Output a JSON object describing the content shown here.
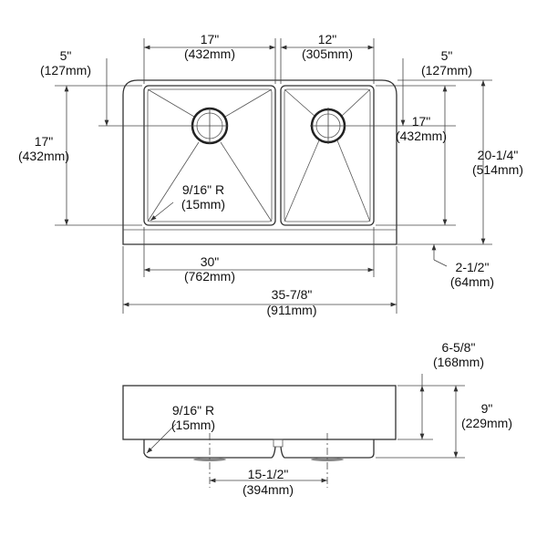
{
  "top_view": {
    "bowl_left_width": {
      "in": "17\"",
      "mm": "(432mm)"
    },
    "bowl_right_width": {
      "in": "12\"",
      "mm": "(305mm)"
    },
    "drain_offset_left": {
      "in": "5\"",
      "mm": "(127mm)"
    },
    "drain_offset_right": {
      "in": "5\"",
      "mm": "(127mm)"
    },
    "bowl_left_depth": {
      "in": "17\"",
      "mm": "(432mm)"
    },
    "bowl_right_depth": {
      "in": "17\"",
      "mm": "(432mm)"
    },
    "overall_depth": {
      "in": "20-1/4\"",
      "mm": "(514mm)"
    },
    "apron": {
      "in": "2-1/2\"",
      "mm": "(64mm)"
    },
    "corner_radius": {
      "in": "9/16\" R",
      "mm": "(15mm)"
    },
    "bowls_width": {
      "in": "30\"",
      "mm": "(762mm)"
    },
    "overall_width": {
      "in": "35-7/8\"",
      "mm": "(911mm)"
    }
  },
  "front_view": {
    "apron_height": {
      "in": "6-5/8\"",
      "mm": "(168mm)"
    },
    "overall_height": {
      "in": "9\"",
      "mm": "(229mm)"
    },
    "corner_radius": {
      "in": "9/16\" R",
      "mm": "(15mm)"
    },
    "drain_spacing": {
      "in": "15-1/2\"",
      "mm": "(394mm)"
    }
  }
}
